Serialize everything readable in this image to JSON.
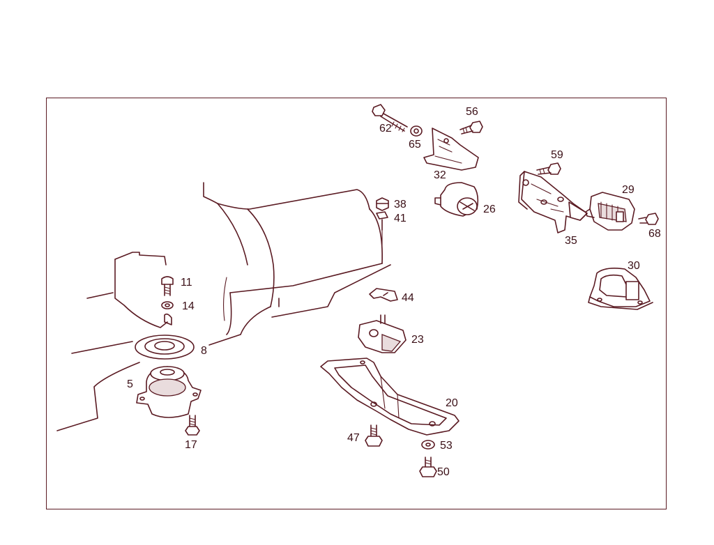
{
  "diagram": {
    "callouts": [
      {
        "id": "62",
        "text": "62"
      },
      {
        "id": "65",
        "text": "65"
      },
      {
        "id": "56",
        "text": "56"
      },
      {
        "id": "32",
        "text": "32"
      },
      {
        "id": "59",
        "text": "59"
      },
      {
        "id": "29",
        "text": "29"
      },
      {
        "id": "38",
        "text": "38"
      },
      {
        "id": "41",
        "text": "41"
      },
      {
        "id": "26",
        "text": "26"
      },
      {
        "id": "68",
        "text": "68"
      },
      {
        "id": "35",
        "text": "35"
      },
      {
        "id": "30",
        "text": "30"
      },
      {
        "id": "11",
        "text": "11"
      },
      {
        "id": "14",
        "text": "14"
      },
      {
        "id": "44",
        "text": "44"
      },
      {
        "id": "8",
        "text": "8"
      },
      {
        "id": "23",
        "text": "23"
      },
      {
        "id": "5",
        "text": "5"
      },
      {
        "id": "20",
        "text": "20"
      },
      {
        "id": "17",
        "text": "17"
      },
      {
        "id": "47",
        "text": "47"
      },
      {
        "id": "53",
        "text": "53"
      },
      {
        "id": "50",
        "text": "50"
      }
    ]
  }
}
